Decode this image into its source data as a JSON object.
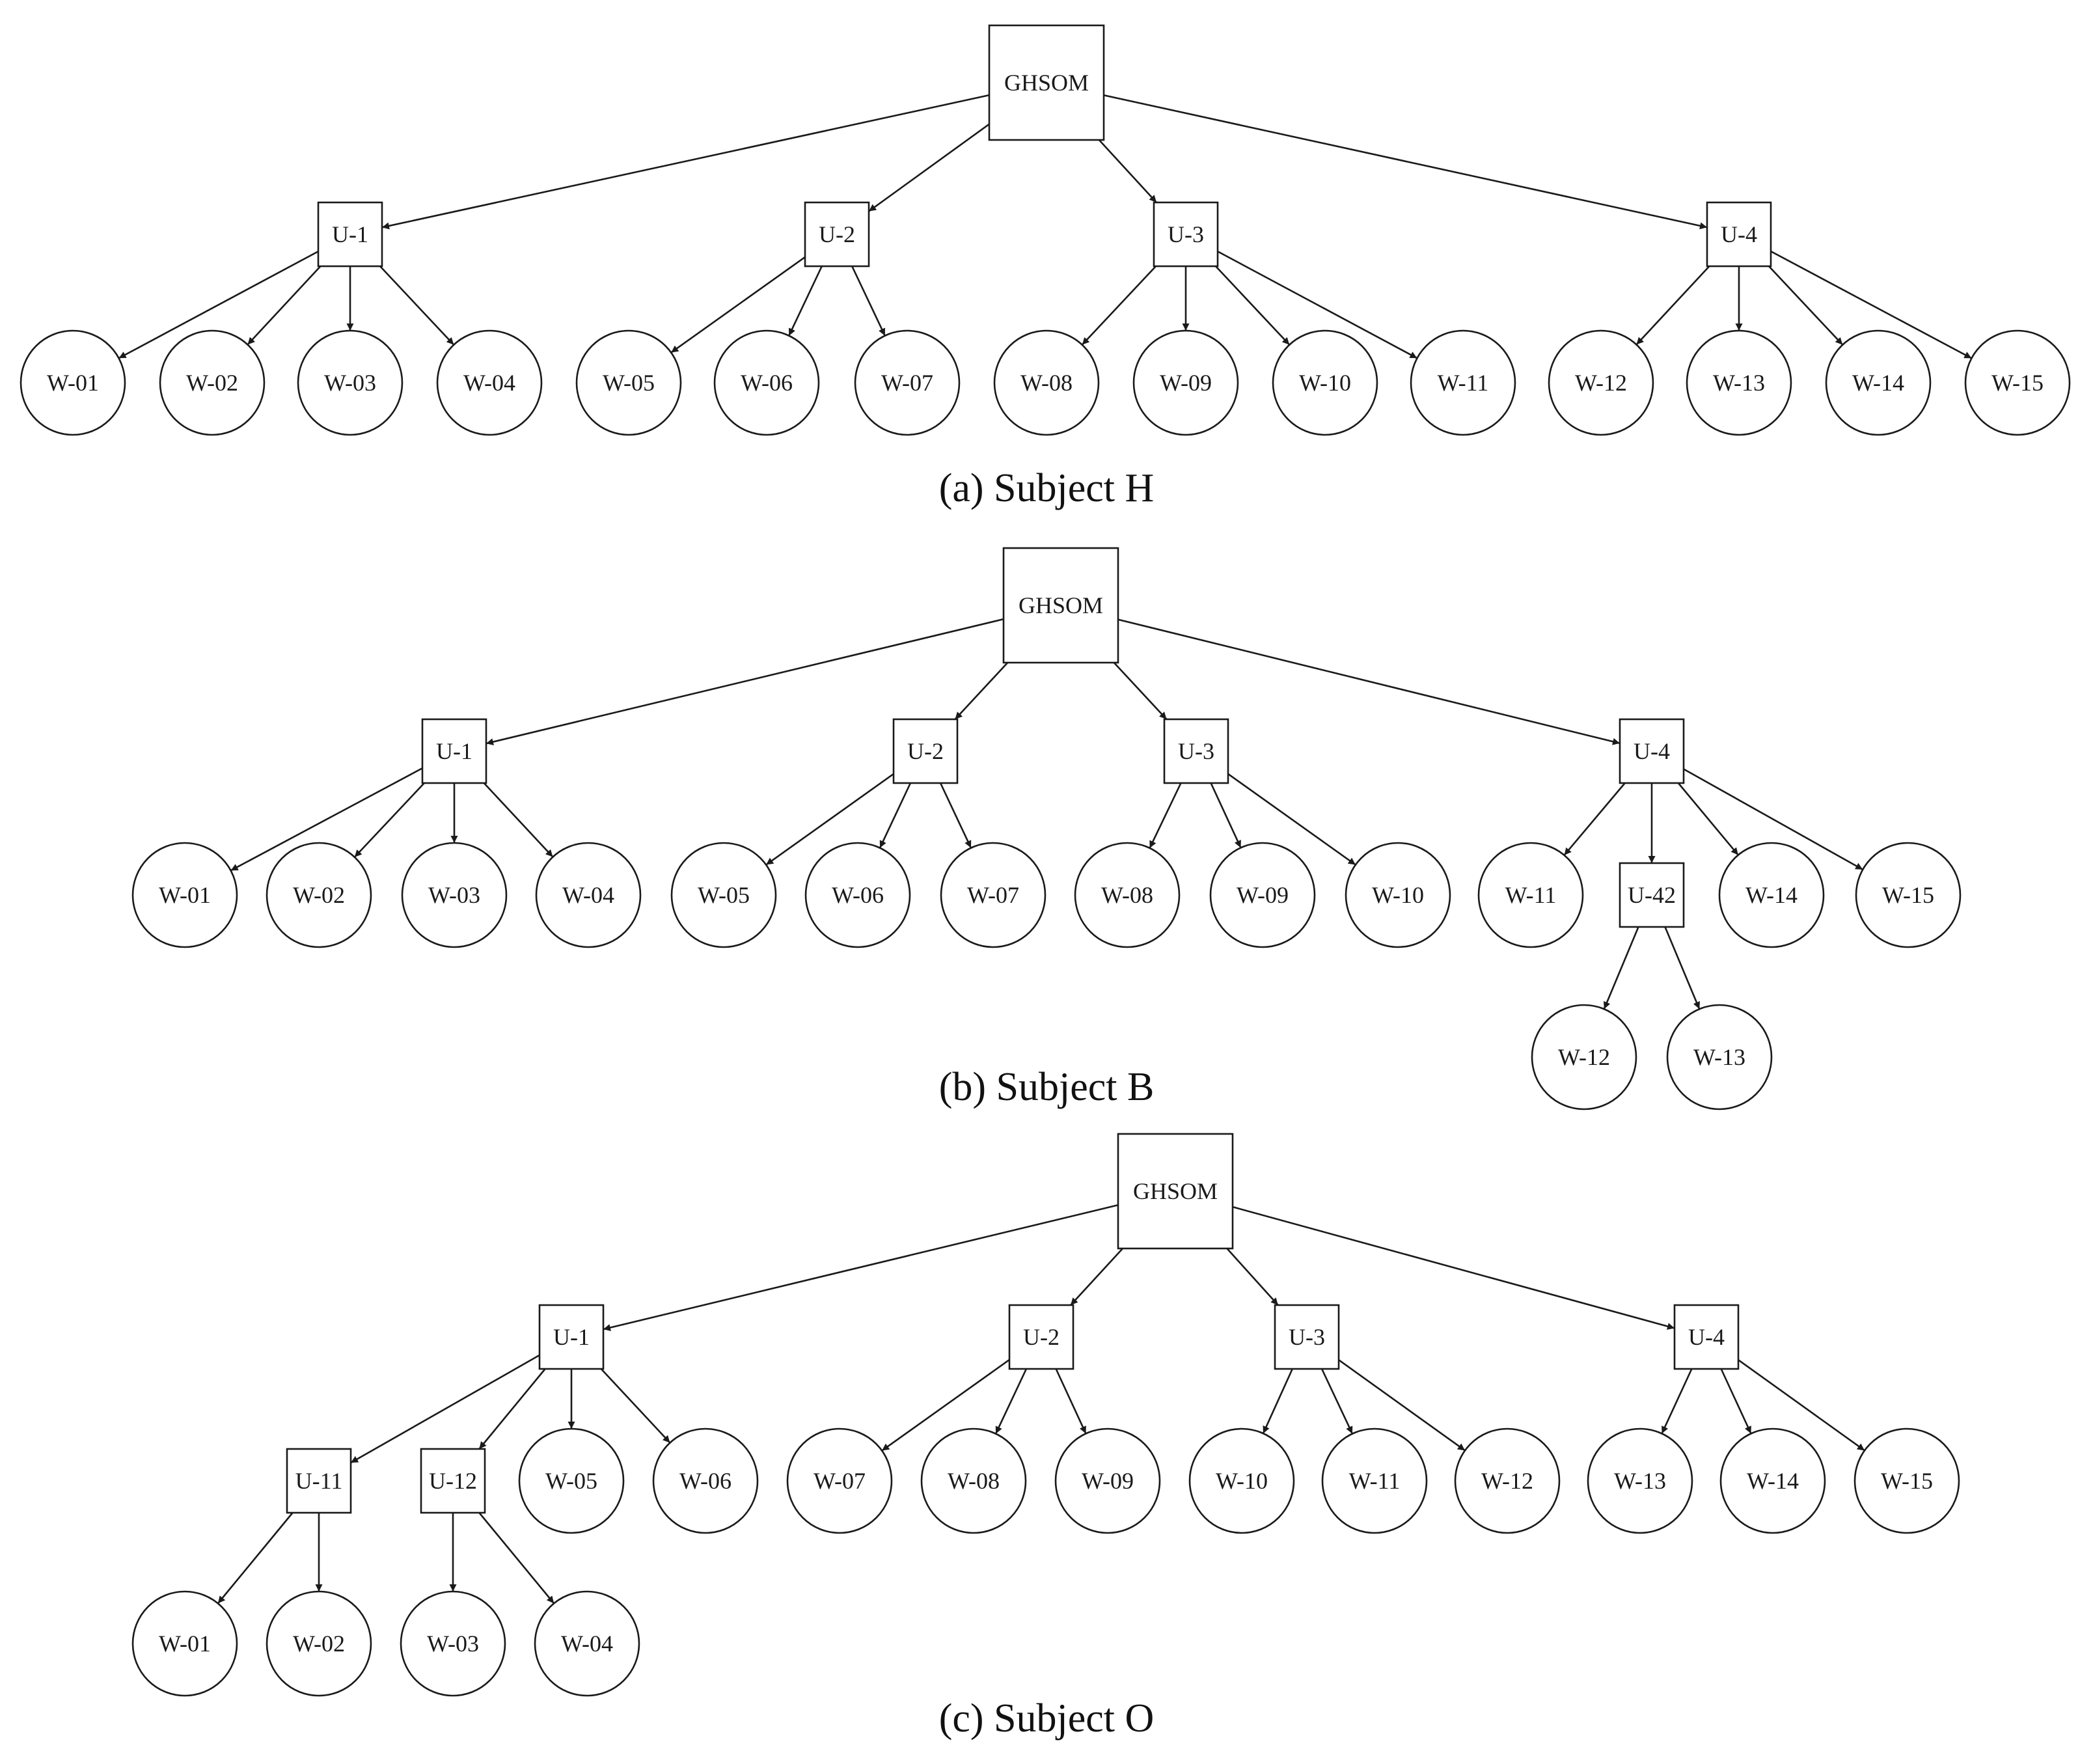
{
  "colors": {
    "stroke": "#1a1a1a",
    "background": "#ffffff"
  },
  "trees": [
    {
      "caption": "(a) Subject H",
      "nodes": [
        {
          "id": "g",
          "label": "GHSOM",
          "shape": "box"
        },
        {
          "id": "u1",
          "label": "U-1",
          "shape": "box"
        },
        {
          "id": "u2",
          "label": "U-2",
          "shape": "box"
        },
        {
          "id": "u3",
          "label": "U-3",
          "shape": "box"
        },
        {
          "id": "u4",
          "label": "U-4",
          "shape": "box"
        },
        {
          "id": "w01",
          "label": "W-01",
          "shape": "circle"
        },
        {
          "id": "w02",
          "label": "W-02",
          "shape": "circle"
        },
        {
          "id": "w03",
          "label": "W-03",
          "shape": "circle"
        },
        {
          "id": "w04",
          "label": "W-04",
          "shape": "circle"
        },
        {
          "id": "w05",
          "label": "W-05",
          "shape": "circle"
        },
        {
          "id": "w06",
          "label": "W-06",
          "shape": "circle"
        },
        {
          "id": "w07",
          "label": "W-07",
          "shape": "circle"
        },
        {
          "id": "w08",
          "label": "W-08",
          "shape": "circle"
        },
        {
          "id": "w09",
          "label": "W-09",
          "shape": "circle"
        },
        {
          "id": "w10",
          "label": "W-10",
          "shape": "circle"
        },
        {
          "id": "w11",
          "label": "W-11",
          "shape": "circle"
        },
        {
          "id": "w12",
          "label": "W-12",
          "shape": "circle"
        },
        {
          "id": "w13",
          "label": "W-13",
          "shape": "circle"
        },
        {
          "id": "w14",
          "label": "W-14",
          "shape": "circle"
        },
        {
          "id": "w15",
          "label": "W-15",
          "shape": "circle"
        }
      ],
      "edges": [
        [
          "g",
          "u1"
        ],
        [
          "g",
          "u2"
        ],
        [
          "g",
          "u3"
        ],
        [
          "g",
          "u4"
        ],
        [
          "u1",
          "w01"
        ],
        [
          "u1",
          "w02"
        ],
        [
          "u1",
          "w03"
        ],
        [
          "u1",
          "w04"
        ],
        [
          "u2",
          "w05"
        ],
        [
          "u2",
          "w06"
        ],
        [
          "u2",
          "w07"
        ],
        [
          "u3",
          "w08"
        ],
        [
          "u3",
          "w09"
        ],
        [
          "u3",
          "w10"
        ],
        [
          "u3",
          "w11"
        ],
        [
          "u4",
          "w12"
        ],
        [
          "u4",
          "w13"
        ],
        [
          "u4",
          "w14"
        ],
        [
          "u4",
          "w15"
        ]
      ]
    },
    {
      "caption": "(b) Subject B",
      "nodes": [
        {
          "id": "g",
          "label": "GHSOM",
          "shape": "box"
        },
        {
          "id": "u1",
          "label": "U-1",
          "shape": "box"
        },
        {
          "id": "u2",
          "label": "U-2",
          "shape": "box"
        },
        {
          "id": "u3",
          "label": "U-3",
          "shape": "box"
        },
        {
          "id": "u4",
          "label": "U-4",
          "shape": "box"
        },
        {
          "id": "w01",
          "label": "W-01",
          "shape": "circle"
        },
        {
          "id": "w02",
          "label": "W-02",
          "shape": "circle"
        },
        {
          "id": "w03",
          "label": "W-03",
          "shape": "circle"
        },
        {
          "id": "w04",
          "label": "W-04",
          "shape": "circle"
        },
        {
          "id": "w05",
          "label": "W-05",
          "shape": "circle"
        },
        {
          "id": "w06",
          "label": "W-06",
          "shape": "circle"
        },
        {
          "id": "w07",
          "label": "W-07",
          "shape": "circle"
        },
        {
          "id": "w08",
          "label": "W-08",
          "shape": "circle"
        },
        {
          "id": "w09",
          "label": "W-09",
          "shape": "circle"
        },
        {
          "id": "w10",
          "label": "W-10",
          "shape": "circle"
        },
        {
          "id": "w11",
          "label": "W-11",
          "shape": "circle"
        },
        {
          "id": "u42",
          "label": "U-42",
          "shape": "box"
        },
        {
          "id": "w14",
          "label": "W-14",
          "shape": "circle"
        },
        {
          "id": "w15",
          "label": "W-15",
          "shape": "circle"
        },
        {
          "id": "w12",
          "label": "W-12",
          "shape": "circle"
        },
        {
          "id": "w13",
          "label": "W-13",
          "shape": "circle"
        }
      ],
      "edges": [
        [
          "g",
          "u1"
        ],
        [
          "g",
          "u2"
        ],
        [
          "g",
          "u3"
        ],
        [
          "g",
          "u4"
        ],
        [
          "u1",
          "w01"
        ],
        [
          "u1",
          "w02"
        ],
        [
          "u1",
          "w03"
        ],
        [
          "u1",
          "w04"
        ],
        [
          "u2",
          "w05"
        ],
        [
          "u2",
          "w06"
        ],
        [
          "u2",
          "w07"
        ],
        [
          "u3",
          "w08"
        ],
        [
          "u3",
          "w09"
        ],
        [
          "u3",
          "w10"
        ],
        [
          "u4",
          "w11"
        ],
        [
          "u4",
          "u42"
        ],
        [
          "u4",
          "w14"
        ],
        [
          "u4",
          "w15"
        ],
        [
          "u42",
          "w12"
        ],
        [
          "u42",
          "w13"
        ]
      ]
    },
    {
      "caption": "(c) Subject O",
      "nodes": [
        {
          "id": "g",
          "label": "GHSOM",
          "shape": "box"
        },
        {
          "id": "u1",
          "label": "U-1",
          "shape": "box"
        },
        {
          "id": "u2",
          "label": "U-2",
          "shape": "box"
        },
        {
          "id": "u3",
          "label": "U-3",
          "shape": "box"
        },
        {
          "id": "u4",
          "label": "U-4",
          "shape": "box"
        },
        {
          "id": "u11",
          "label": "U-11",
          "shape": "box"
        },
        {
          "id": "u12",
          "label": "U-12",
          "shape": "box"
        },
        {
          "id": "w05",
          "label": "W-05",
          "shape": "circle"
        },
        {
          "id": "w06",
          "label": "W-06",
          "shape": "circle"
        },
        {
          "id": "w07",
          "label": "W-07",
          "shape": "circle"
        },
        {
          "id": "w08",
          "label": "W-08",
          "shape": "circle"
        },
        {
          "id": "w09",
          "label": "W-09",
          "shape": "circle"
        },
        {
          "id": "w10",
          "label": "W-10",
          "shape": "circle"
        },
        {
          "id": "w11",
          "label": "W-11",
          "shape": "circle"
        },
        {
          "id": "w12",
          "label": "W-12",
          "shape": "circle"
        },
        {
          "id": "w13",
          "label": "W-13",
          "shape": "circle"
        },
        {
          "id": "w14",
          "label": "W-14",
          "shape": "circle"
        },
        {
          "id": "w15",
          "label": "W-15",
          "shape": "circle"
        },
        {
          "id": "w01",
          "label": "W-01",
          "shape": "circle"
        },
        {
          "id": "w02",
          "label": "W-02",
          "shape": "circle"
        },
        {
          "id": "w03",
          "label": "W-03",
          "shape": "circle"
        },
        {
          "id": "w04",
          "label": "W-04",
          "shape": "circle"
        }
      ],
      "edges": [
        [
          "g",
          "u1"
        ],
        [
          "g",
          "u2"
        ],
        [
          "g",
          "u3"
        ],
        [
          "g",
          "u4"
        ],
        [
          "u1",
          "u11"
        ],
        [
          "u1",
          "u12"
        ],
        [
          "u1",
          "w05"
        ],
        [
          "u1",
          "w06"
        ],
        [
          "u2",
          "w07"
        ],
        [
          "u2",
          "w08"
        ],
        [
          "u2",
          "w09"
        ],
        [
          "u3",
          "w10"
        ],
        [
          "u3",
          "w11"
        ],
        [
          "u3",
          "w12"
        ],
        [
          "u4",
          "w13"
        ],
        [
          "u4",
          "w14"
        ],
        [
          "u4",
          "w15"
        ],
        [
          "u11",
          "w01"
        ],
        [
          "u11",
          "w02"
        ],
        [
          "u12",
          "w03"
        ],
        [
          "u12",
          "w04"
        ]
      ]
    }
  ]
}
